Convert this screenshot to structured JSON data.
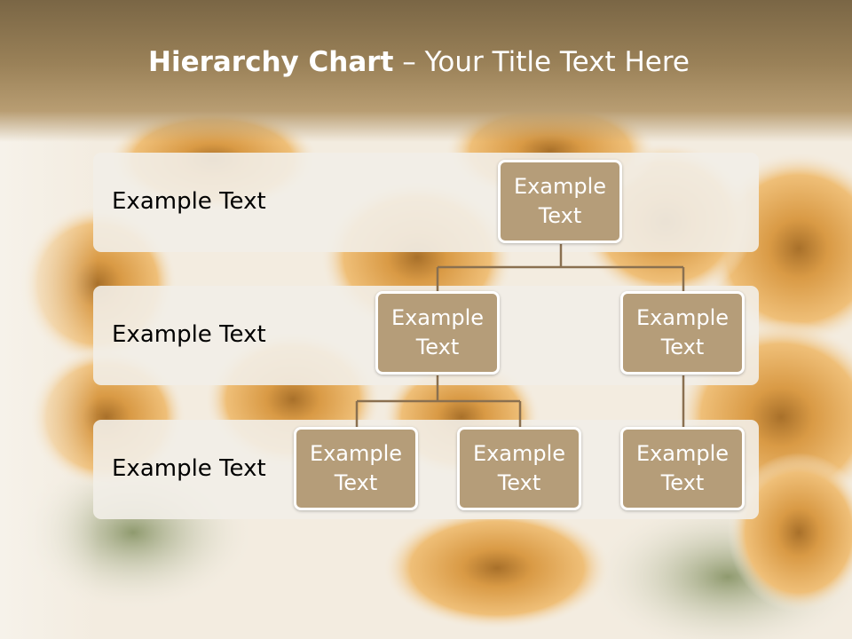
{
  "title": {
    "bold": "Hierarchy Chart",
    "rest": " – Your Title Text Here"
  },
  "rows": [
    {
      "label": "Example Text"
    },
    {
      "label": "Example Text"
    },
    {
      "label": "Example Text"
    }
  ],
  "nodes": {
    "root": "Example Text",
    "level2_left": "Example Text",
    "level2_right": "Example Text",
    "level3_a": "Example Text",
    "level3_b": "Example Text",
    "level3_c": "Example Text"
  },
  "colors": {
    "title_band": "#9a8158",
    "node_fill": "#b59d79",
    "connector": "#8a7050",
    "row_band": "#f2eee8"
  }
}
